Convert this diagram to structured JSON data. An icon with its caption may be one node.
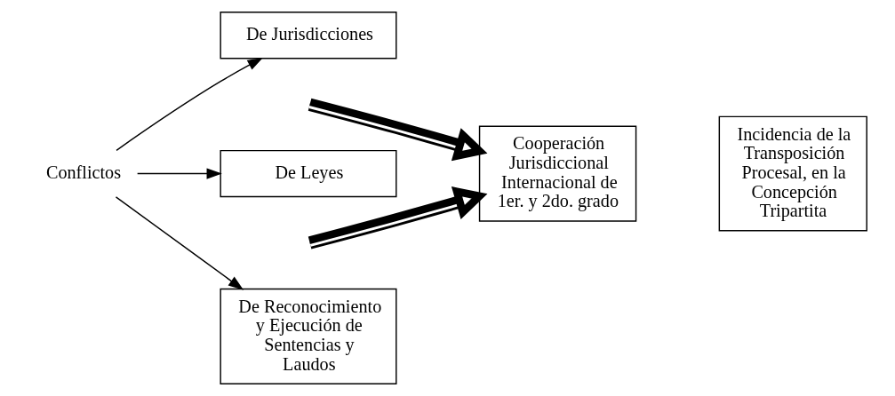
{
  "diagram": {
    "nodes": [
      {
        "text": [
          "Conflictos"
        ]
      },
      {
        "text": [
          "De Jurisdicciones"
        ]
      },
      {
        "text": [
          "De Leyes"
        ]
      },
      {
        "text": [
          "De Reconocimiento y Ejecución de Sentencias y Laudos"
        ]
      },
      {
        "text": [
          "Cooperación Jurisdiccional Internacional de 1er. y 2do. grado"
        ]
      },
      {
        "text": [
          "Incidencia de la Transposición Procesal, en la Concepción Tripartita"
        ]
      }
    ],
    "edges": [
      {
        "from": 0,
        "to": 1,
        "arrow": "to"
      },
      {
        "from": 0,
        "to": 2,
        "arrow": "to"
      },
      {
        "from": 0,
        "to": 3,
        "arrow": "to"
      },
      {
        "from": null,
        "to": 4,
        "arrow": "to",
        "style": "thick"
      },
      {
        "from": null,
        "to": 4,
        "arrow": "to",
        "style": "thick"
      }
    ]
  }
}
